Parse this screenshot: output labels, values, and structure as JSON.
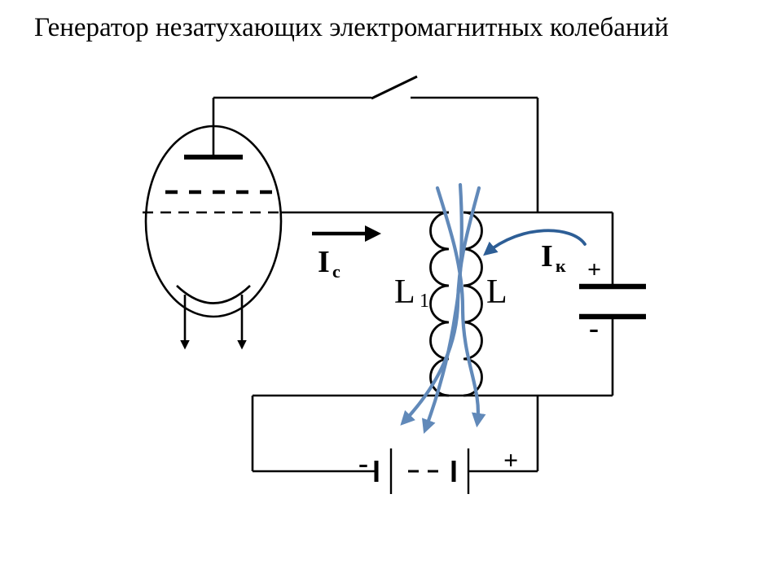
{
  "title": "Генератор незатухающих электромагнитных колебаний",
  "labels": {
    "coil_left_main": "L",
    "coil_left_sub": "1",
    "coil_right": "L",
    "grid_current_main": "I",
    "grid_current_sub": "с",
    "tank_current_main": "I",
    "tank_current_sub": "к",
    "capacitor_plus": "+",
    "capacitor_minus": "-",
    "battery_plus": "+",
    "battery_minus": "-"
  },
  "colors": {
    "ink": "#000000",
    "flux_blue": "#6189b9",
    "current_arrow_blue": "#2d5e96",
    "background": "#ffffff"
  }
}
